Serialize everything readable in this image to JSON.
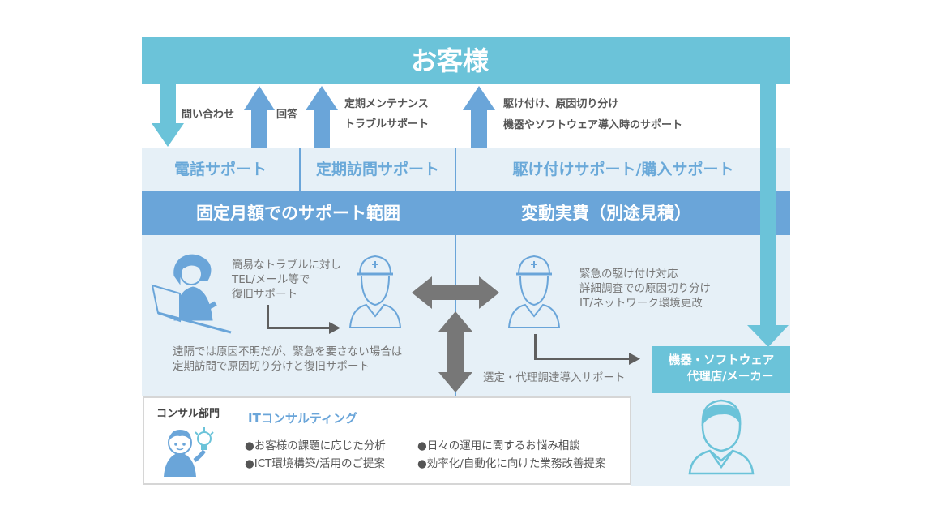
{
  "customer": {
    "title": "お客様"
  },
  "flows": {
    "inquiry": "問い合わせ",
    "answer": "回答",
    "periodic_lines": [
      "定期メンテナンス",
      "トラブルサポート"
    ],
    "rush_lines": [
      "駆け付け、原因切り分け",
      "機器やソフトウェア導入時のサポート"
    ]
  },
  "services": {
    "phone": "電話サポート",
    "visit": "定期訪問サポート",
    "rush": "駆け付けサポート/購入サポート"
  },
  "bands": {
    "fixed": "固定月額でのサポート範囲",
    "variable": "変動実費（別途見積）"
  },
  "fixed_zone": {
    "desc_lines": [
      "簡易なトラブルに対し",
      "TEL/メール等で",
      "復旧サポート"
    ],
    "remote_lines": [
      "遠隔では原因不明だが、緊急を要さない場合は",
      "定期訪問で原因切り分けと復旧サポート"
    ]
  },
  "variable_zone": {
    "desc_lines": [
      "緊急の駆け付け対応",
      "詳細調査での原因切り分け",
      "IT/ネットワーク環境更改"
    ],
    "procure": "選定・代理調達導入サポート"
  },
  "vendor": {
    "title_lines": [
      "機器・ソフトウェア",
      "代理店/メーカー"
    ]
  },
  "consulting": {
    "dept": "コンサル部門",
    "title": "ITコンサルティング",
    "items": [
      "●お客様の課題に応じた分析",
      "●日々の運用に関するお悩み相談",
      "●ICT環境構築/活用のご提案",
      "●効率化/自動化に向けた業務改善提案"
    ]
  },
  "colors": {
    "cyan": "#6bc3d9",
    "blue": "#6aa5d9",
    "light": "#e6f0f7",
    "gray_arrow": "#777777"
  },
  "icons": [
    "operator-icon",
    "worker-helmet-icon",
    "consultant-lightbulb-icon",
    "vendor-person-icon"
  ]
}
